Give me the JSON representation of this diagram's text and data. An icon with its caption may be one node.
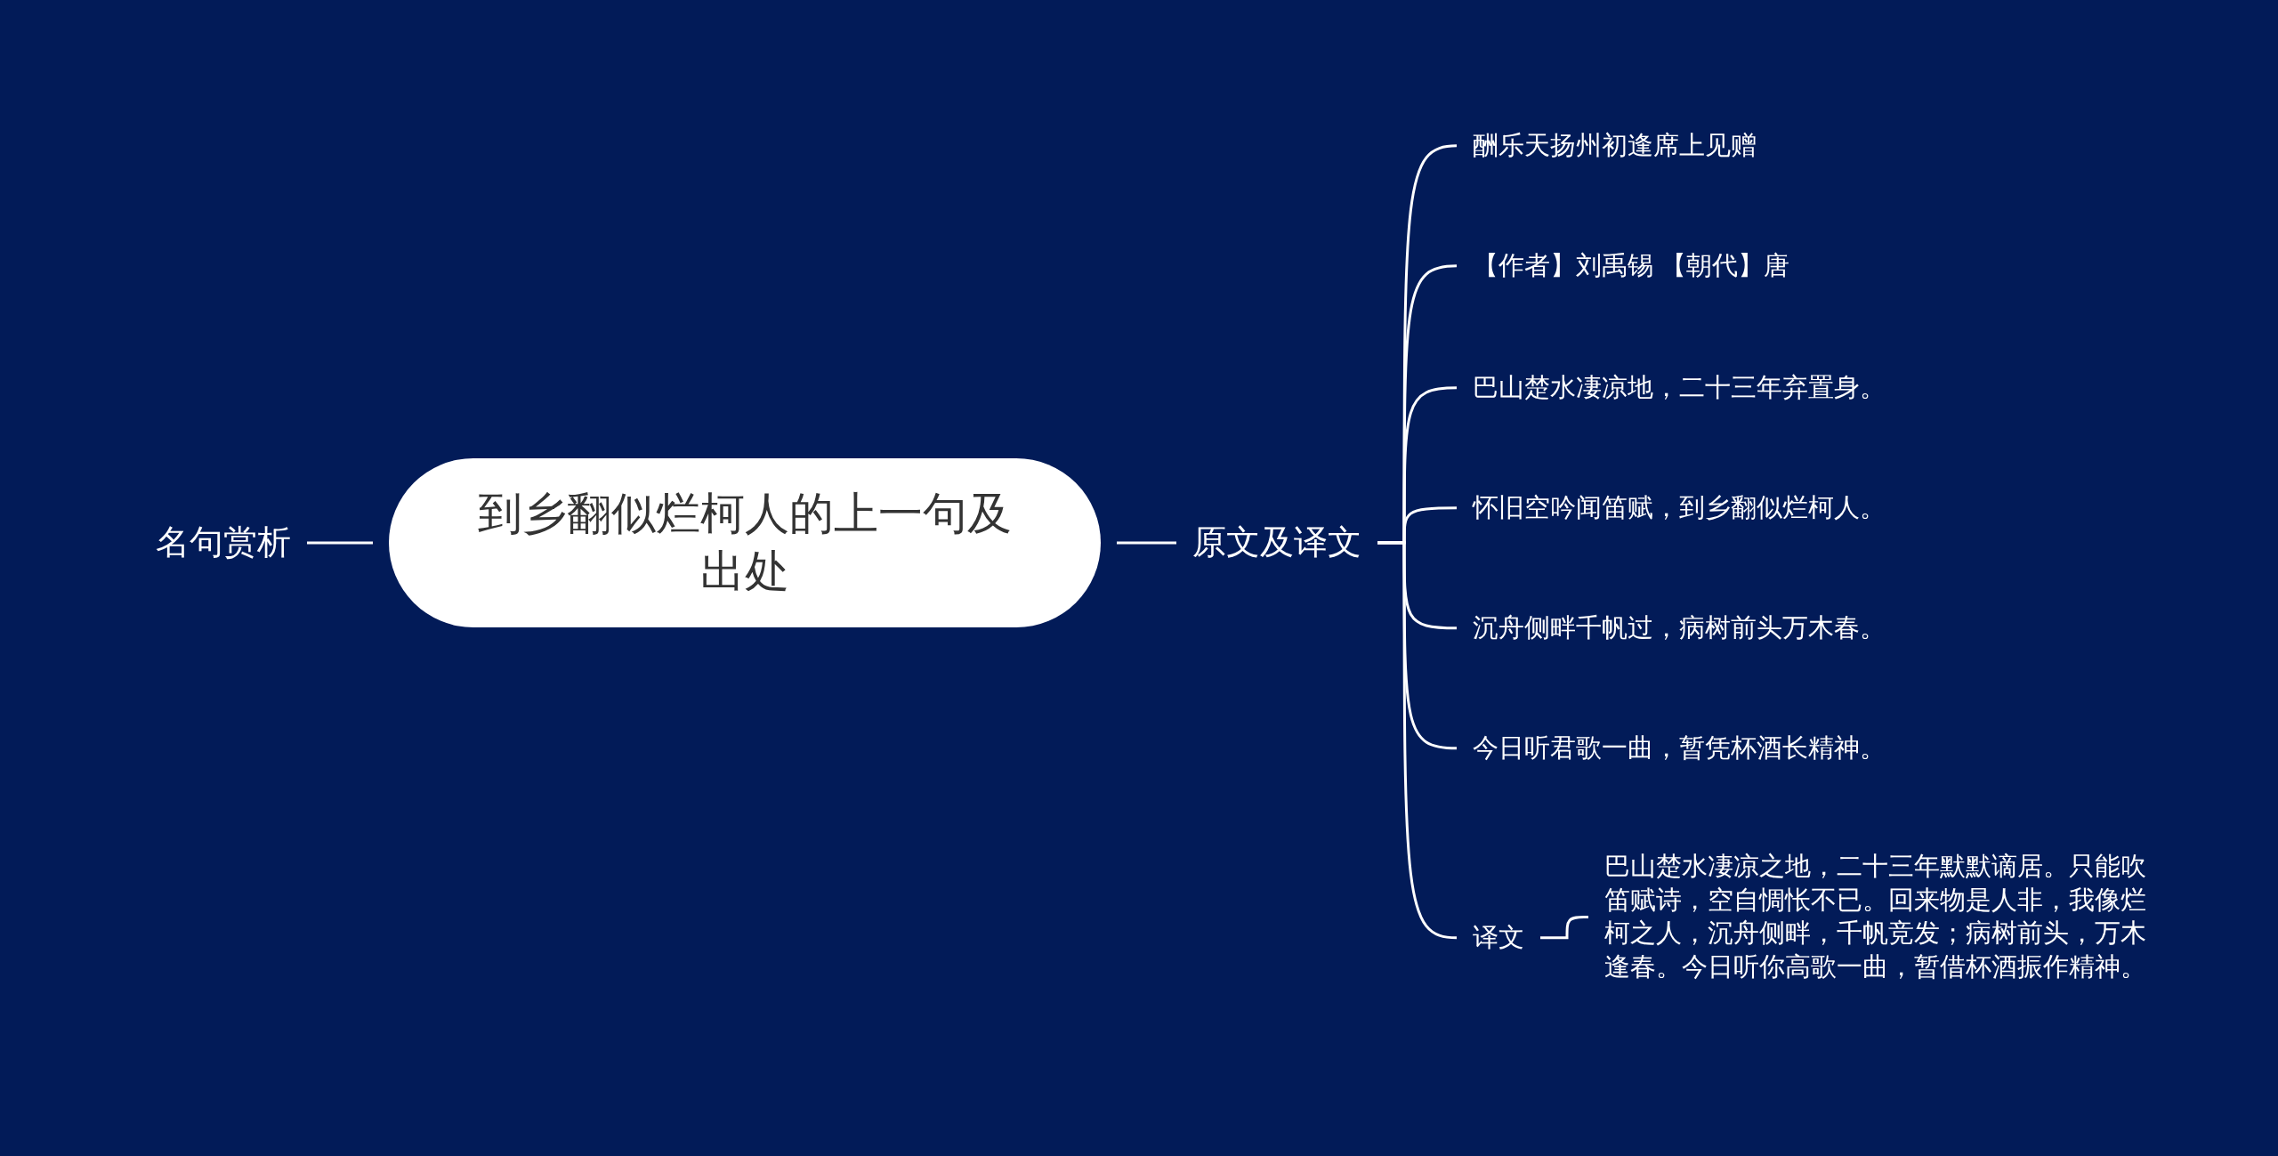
{
  "diagram": {
    "nodes": [
      {
        "text": [
          "到乡翻似烂柯人的上一句及出处"
        ]
      },
      {
        "text": [
          "名句赏析"
        ]
      },
      {
        "text": [
          "原文及译文"
        ]
      },
      {
        "text": [
          "酬乐天扬州初逢席上见赠"
        ]
      },
      {
        "text": [
          "【作者】刘禹锡 【朝代】唐"
        ]
      },
      {
        "text": [
          "巴山楚水凄凉地，二十三年弃置身。"
        ]
      },
      {
        "text": [
          "怀旧空吟闻笛赋，到乡翻似烂柯人。"
        ]
      },
      {
        "text": [
          "沉舟侧畔千帆过，病树前头万木春。"
        ]
      },
      {
        "text": [
          "今日听君歌一曲，暂凭杯酒长精神。"
        ]
      },
      {
        "text": [
          "译文"
        ]
      },
      {
        "text": [
          "巴山楚水凄凉之地，二十三年默默谪居。只能吹笛赋诗，空自惆怅不已。回来物是人非，我像烂柯之人，沉舟侧畔，千帆竞发；病树前头，万木逢春。今日听你高歌一曲，暂借杯酒振作精神。"
        ]
      }
    ],
    "edges": [
      {
        "from": 0,
        "to": 1,
        "arrow": "none"
      },
      {
        "from": 0,
        "to": 2,
        "arrow": "none"
      },
      {
        "from": 2,
        "to": 3,
        "arrow": "none"
      },
      {
        "from": 2,
        "to": 4,
        "arrow": "none"
      },
      {
        "from": 2,
        "to": 5,
        "arrow": "none"
      },
      {
        "from": 2,
        "to": 6,
        "arrow": "none"
      },
      {
        "from": 2,
        "to": 7,
        "arrow": "none"
      },
      {
        "from": 2,
        "to": 8,
        "arrow": "none"
      },
      {
        "from": 2,
        "to": 9,
        "arrow": "none"
      },
      {
        "from": 9,
        "to": 10,
        "arrow": "none"
      }
    ]
  }
}
